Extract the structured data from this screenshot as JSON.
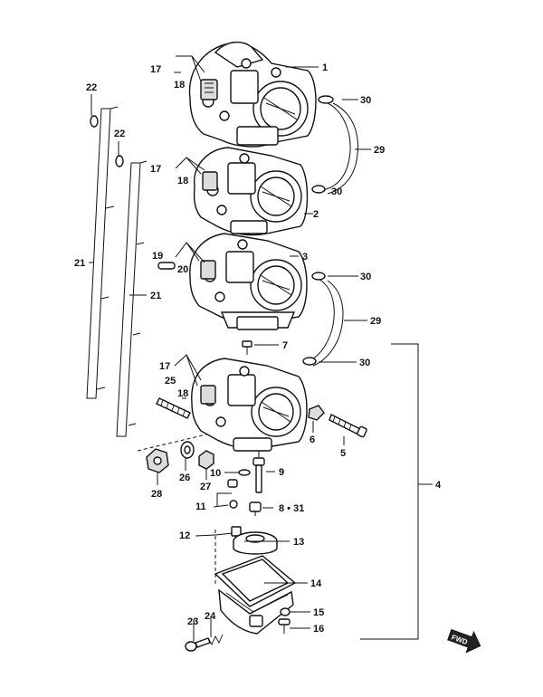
{
  "labels": {
    "l1": "1",
    "l2": "2",
    "l3": "3",
    "l4": "4",
    "l5": "5",
    "l6": "6",
    "l7": "7",
    "l8": "8 • 31",
    "l9": "9",
    "l10": "10",
    "l11": "11",
    "l12": "12",
    "l13": "13",
    "l14": "14",
    "l15": "15",
    "l16": "16",
    "l17a": "17",
    "l17b": "17",
    "l17c": "17",
    "l18a": "18",
    "l18b": "18",
    "l18c": "18",
    "l19": "19",
    "l20": "20",
    "l21a": "21",
    "l21b": "21",
    "l22a": "22",
    "l22b": "22",
    "l23": "23",
    "l24": "24",
    "l25": "25",
    "l26": "26",
    "l27": "27",
    "l28": "28",
    "l29a": "29",
    "l29b": "29",
    "l30a": "30",
    "l30b": "30",
    "l30c": "30",
    "l30d": "30"
  },
  "fwd_badge": "FWD"
}
